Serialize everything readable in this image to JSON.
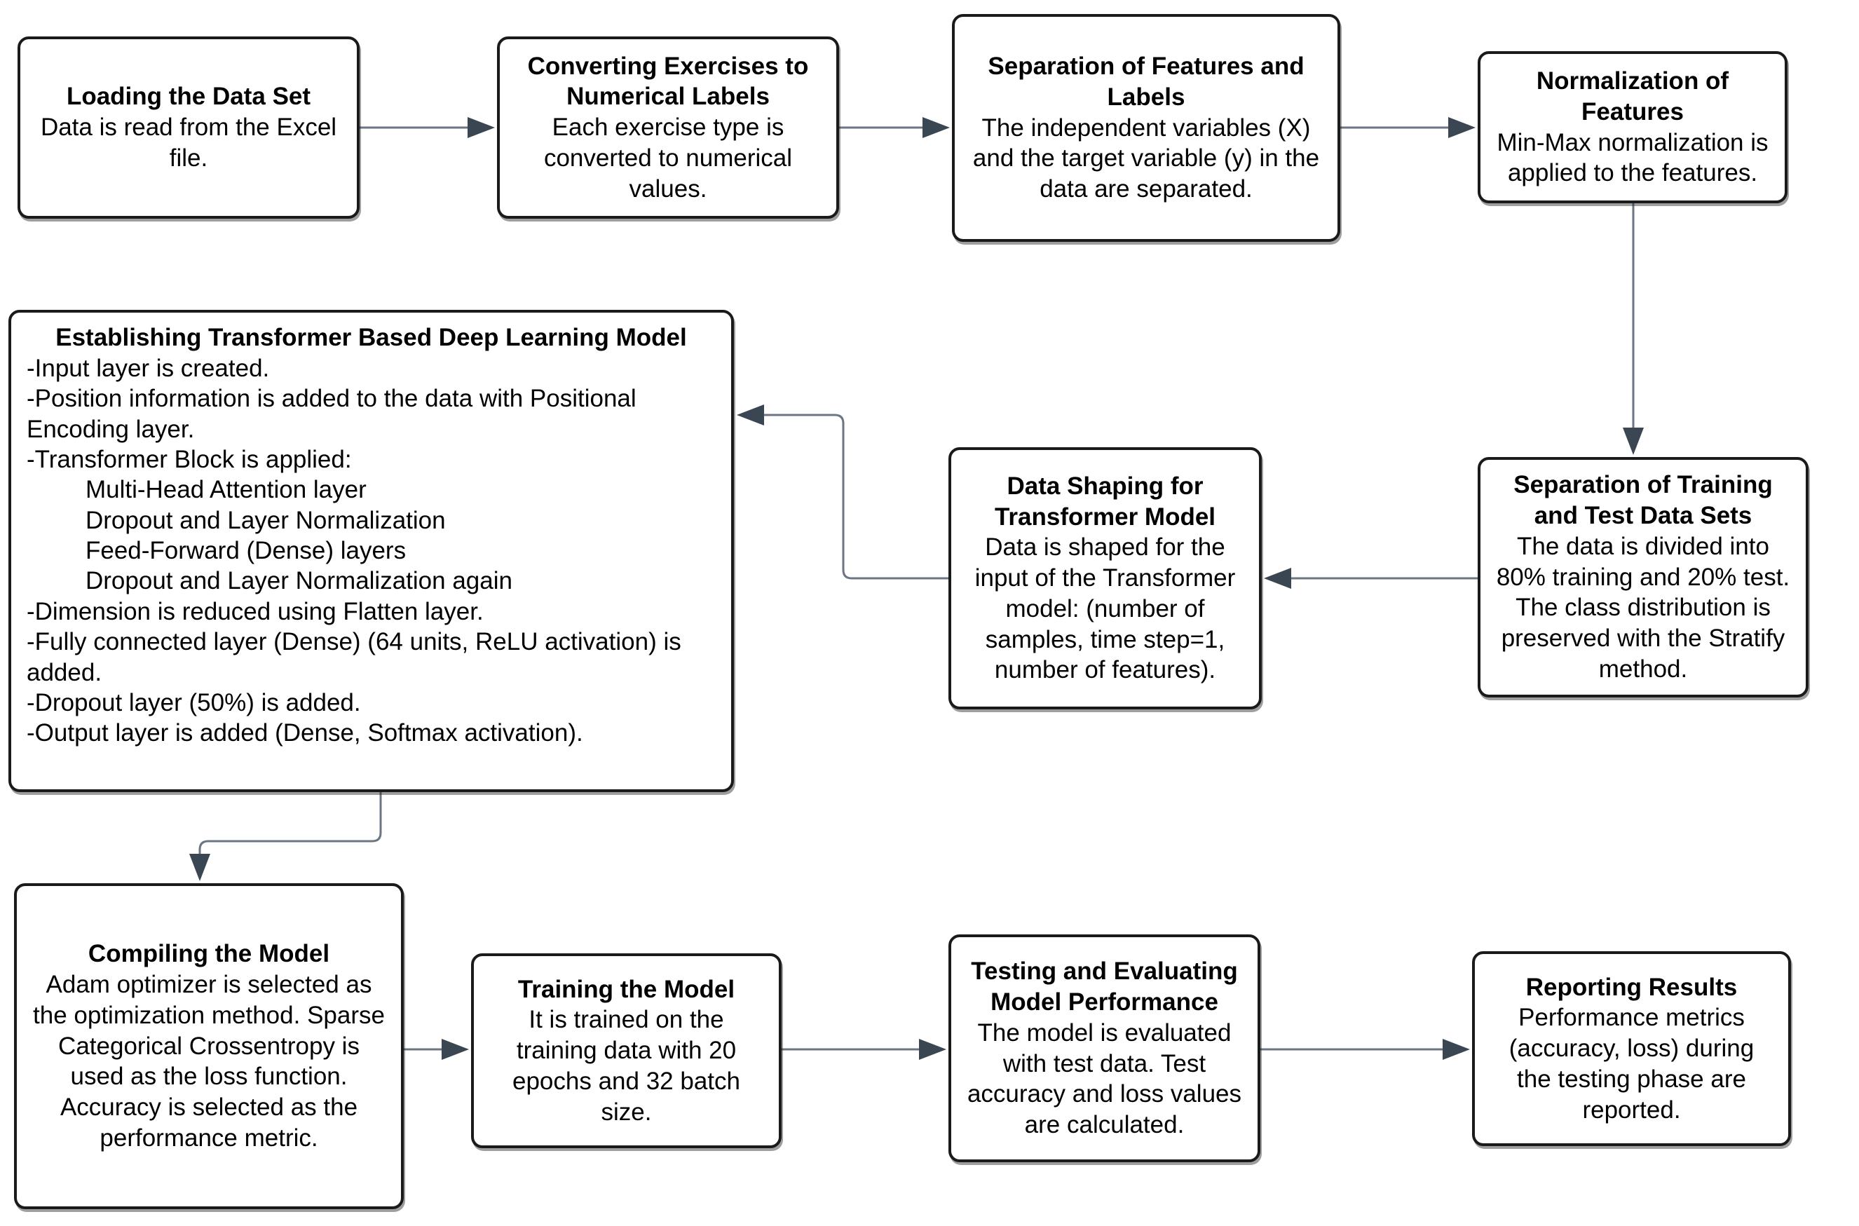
{
  "diagram": {
    "title": "Transformer-based deep learning workflow flowchart",
    "colors": {
      "background": "#ffffff",
      "node_fill": "#ffffff",
      "node_border": "#1a1a1a",
      "text": "#000000",
      "connector_line": "#6b7682",
      "arrowhead": "#3a4652"
    },
    "nodes": {
      "loading": {
        "title": "Loading the Data Set",
        "body": "Data is read from the Excel file."
      },
      "converting": {
        "title": "Converting Exercises to Numerical Labels",
        "body": "Each exercise type is converted to numerical values."
      },
      "separationFeatures": {
        "title": "Separation of Features and Labels",
        "body": "The independent variables (X) and the target variable (y) in the data are separated."
      },
      "normalization": {
        "title": "Normalization of Features",
        "body": "Min-Max normalization is applied to the features."
      },
      "trainTestSplit": {
        "title": "Separation of Training and Test Data Sets",
        "body": "The data is divided into 80% training and 20% test. The class distribution is preserved with the Stratify method."
      },
      "dataShaping": {
        "title": "Data Shaping for Transformer Model",
        "body": "Data is shaped for the input of the Transformer model: (number of samples, time step=1, number of features)."
      },
      "modelBuild": {
        "title": "Establishing Transformer Based Deep Learning Model",
        "lines": [
          {
            "text": "-Input layer is created.",
            "indent": false
          },
          {
            "text": "-Position information is added to the data with Positional Encoding layer.",
            "indent": false
          },
          {
            "text": "-Transformer Block is applied:",
            "indent": false
          },
          {
            "text": "Multi-Head Attention layer",
            "indent": true
          },
          {
            "text": "Dropout and Layer Normalization",
            "indent": true
          },
          {
            "text": "Feed-Forward (Dense) layers",
            "indent": true
          },
          {
            "text": "Dropout and Layer Normalization again",
            "indent": true
          },
          {
            "text": "-Dimension is reduced using Flatten layer.",
            "indent": false
          },
          {
            "text": "-Fully connected layer (Dense) (64 units, ReLU activation) is added.",
            "indent": false
          },
          {
            "text": "-Dropout layer (50%) is added.",
            "indent": false
          },
          {
            "text": "-Output layer is added (Dense, Softmax activation).",
            "indent": false
          }
        ]
      },
      "compiling": {
        "title": "Compiling the Model",
        "body": "Adam optimizer is selected as the optimization method. Sparse Categorical Crossentropy is used as the loss function. Accuracy is selected as the performance metric."
      },
      "training": {
        "title": "Training the Model",
        "body": "It is trained on the training data with 20 epochs and 32 batch size."
      },
      "testing": {
        "title": "Testing and Evaluating Model Performance",
        "body": "The model is evaluated with test data. Test accuracy and loss values are calculated."
      },
      "reporting": {
        "title": "Reporting Results",
        "body": "Performance metrics (accuracy, loss) during the testing phase are reported."
      }
    },
    "edges": [
      {
        "from": "loading",
        "to": "converting"
      },
      {
        "from": "converting",
        "to": "separationFeatures"
      },
      {
        "from": "separationFeatures",
        "to": "normalization"
      },
      {
        "from": "normalization",
        "to": "trainTestSplit"
      },
      {
        "from": "trainTestSplit",
        "to": "dataShaping"
      },
      {
        "from": "dataShaping",
        "to": "modelBuild"
      },
      {
        "from": "modelBuild",
        "to": "compiling"
      },
      {
        "from": "compiling",
        "to": "training"
      },
      {
        "from": "training",
        "to": "testing"
      },
      {
        "from": "testing",
        "to": "reporting"
      }
    ]
  }
}
